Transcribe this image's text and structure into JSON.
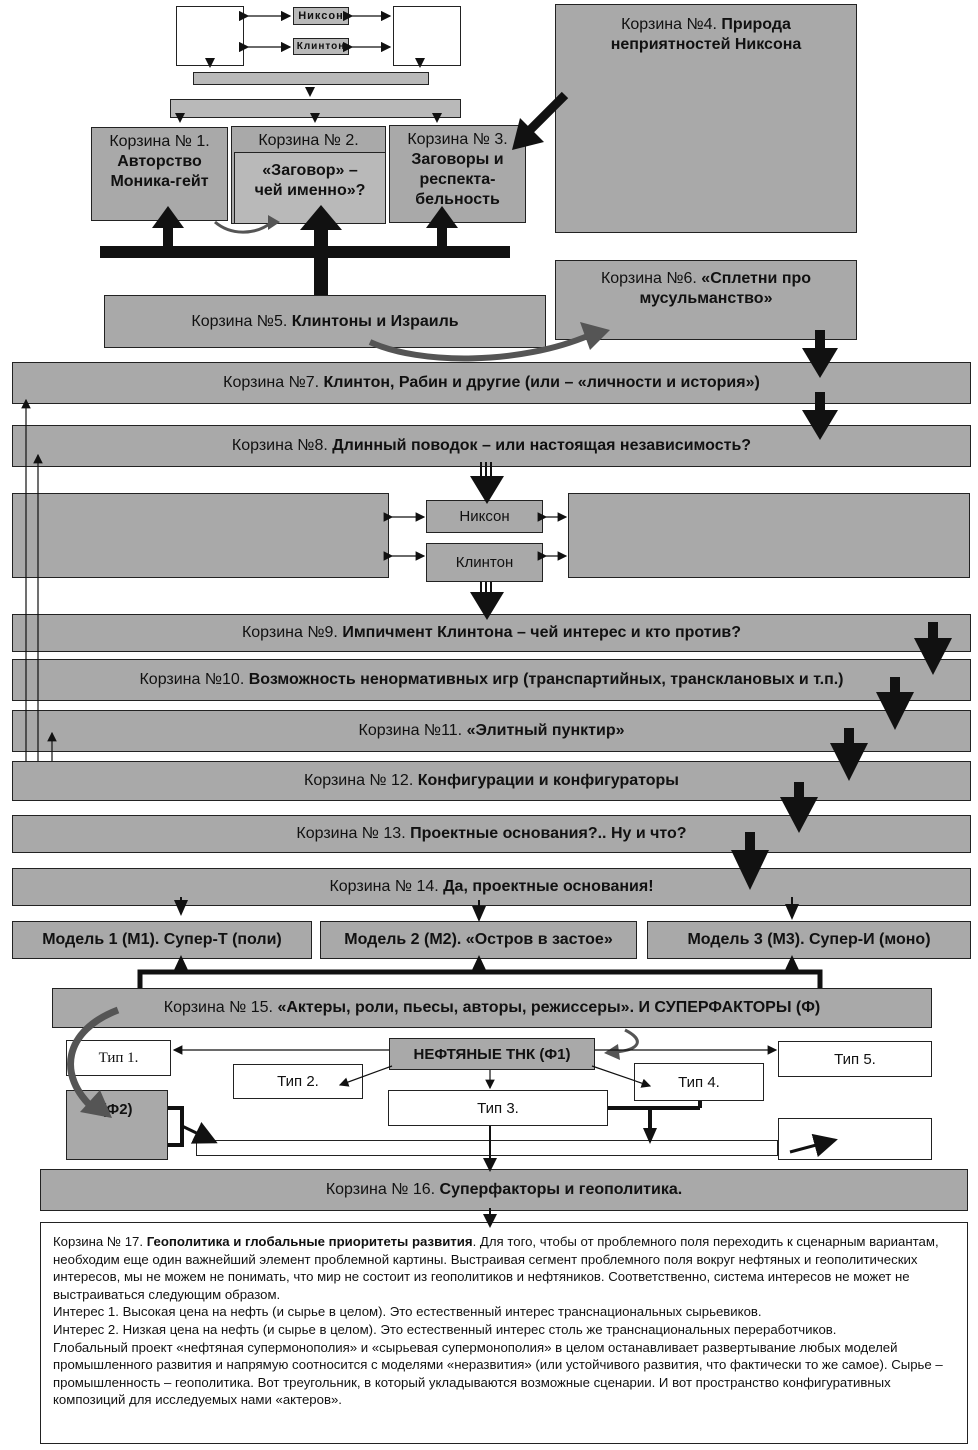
{
  "top": {
    "nixon_label": "Никсон",
    "clinton_label": "Клинтон"
  },
  "baskets": {
    "b1": {
      "num": "Корзина № 1.",
      "title": "Авторство Моника-гейт"
    },
    "b2": {
      "num": "Корзина № 2.",
      "title": "«Заговор» – чей именно»?"
    },
    "b3": {
      "num": "Корзина № 3.",
      "title": "Заговоры и респекта-бельность"
    },
    "b4": {
      "num": "Корзина №4.",
      "title": "Природа неприятностей Никсона"
    },
    "b5": {
      "num": "Корзина №5.",
      "title": "Клинтоны и Израиль"
    },
    "b6": {
      "num": "Корзина №6.",
      "title": "«Сплетни про мусульманство»"
    },
    "b7": {
      "num": "Корзина №7.",
      "title": "Клинтон, Рабин и другие (или – «личности и история»)"
    },
    "b8": {
      "num": "Корзина №8.",
      "title": "Длинный поводок – или настоящая независимость?"
    },
    "b9": {
      "num": "Корзина №9.",
      "title": "Импичмент Клинтона – чей интерес и кто против?"
    },
    "b10": {
      "num": "Корзина №10.",
      "title": "Возможность ненормативных игр (транспартийных, трансклановых и т.п.)"
    },
    "b11": {
      "num": "Корзина №11.",
      "title": "«Элитный пунктир»"
    },
    "b12": {
      "num": "Корзина № 12.",
      "title": "Конфигурации и конфигураторы"
    },
    "b13": {
      "num": "Корзина № 13.",
      "title": "Проектные основания?.. Ну и что?"
    },
    "b14": {
      "num": "Корзина № 14.",
      "title": "Да, проектные основания!"
    },
    "b15": {
      "num": "Корзина № 15.",
      "title": "«Актеры, роли, пьесы, авторы, режиссеры». И СУПЕРФАКТОРЫ (Ф)"
    },
    "b16": {
      "num": "Корзина № 16.",
      "title": "Суперфакторы и геополитика."
    }
  },
  "middle": {
    "nixon_label": "Никсон",
    "clinton_label": "Клинтон"
  },
  "models": {
    "m1": "Модель 1 (М1). Супер-Т (поли)",
    "m2": "Модель 2 (М2). «Остров в застое»",
    "m3": "Модель 3 (М3). Супер-И (моно)"
  },
  "factors": {
    "f1": "НЕФТЯНЫЕ ТНК (Ф1)",
    "f2": "(Ф2)",
    "type1": "Тип 1.",
    "type2": "Тип 2.",
    "type3": "Тип 3.",
    "type4": "Тип 4.",
    "type5": "Тип 5."
  },
  "text": {
    "b17_num": "Корзина № 17.",
    "b17_title": "Геополитика и глобальные приоритеты развития",
    "p1": ". Для того, чтобы от проблемного поля переходить к сценарным вариантам, необходим еще один важнейший элемент проблемной картины. Выстраивая сегмент проблемного поля вокруг нефтяных и геополитических интересов, мы не можем не понимать, что мир не состоит из геополитиков и нефтяников. Соответственно, система интересов не может не выстраиваться следующим образом.",
    "p2": "Интерес 1. Высокая цена на нефть (и сырье в целом). Это естественный интерес транснациональных сырьевиков.",
    "p3": "Интерес 2. Низкая цена на нефть (и сырье в целом). Это естественный интерес столь же транснациональных переработчиков.",
    "p4": "Глобальный проект «нефтяная супермонополия» и «сырьевая супермонополия» в целом останавливает развертывание любых моделей промышленного развития и напрямую соотносится с моделями «неразвития» (или устойчивого развития, что фактически то же самое). Сырье – промышленность – геополитика. Вот треугольник, в который укладываются возможные сценарии. И вот пространство конфигуративных композиций для исследуемых нами «актеров»."
  }
}
